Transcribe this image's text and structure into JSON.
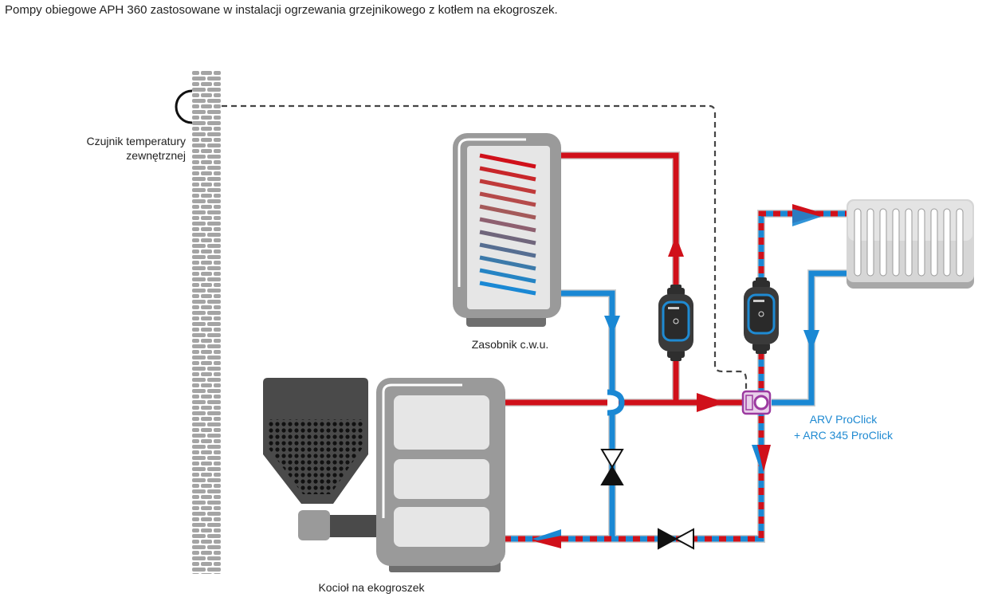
{
  "caption": "Pompy obiegowe APH 360 zastosowane w instalacji ogrzewania grzejnikowego z kotłem na ekogroszek.",
  "labels": {
    "sensor_line1": "Czujnik temperatury",
    "sensor_line2": "zewnętrznej",
    "tank": "Zasobnik c.w.u.",
    "boiler": "Kocioł na ekogroszek",
    "valve_line1": "ARV ProClick",
    "valve_line2": "+ ARC 345 ProClick"
  },
  "components": {
    "wall": "brick-wall",
    "sensor": "outdoor-temperature-sensor",
    "tank": "hot-water-tank",
    "boiler": "coal-pellet-boiler",
    "hopper": "fuel-hopper",
    "radiator": "radiator",
    "pumps": [
      "circulation-pump-tank",
      "circulation-pump-radiator"
    ],
    "mixing_valve": "mixing-valve-with-actuator",
    "shutoff_valves": [
      "shutoff-valve-vertical",
      "shutoff-valve-horizontal"
    ]
  },
  "colors": {
    "hot": "#d0101a",
    "cold": "#1a88d4",
    "pipe_outline": "#c9c9c9",
    "appliance_gray": "#9a9a9a",
    "appliance_dark": "#6e6e6e",
    "panel_light": "#e6e6e6",
    "hopper_dark": "#4a4a4a",
    "valve_purple": "#9c3aa0",
    "label_blue": "#1f8ad2",
    "dashed_line": "#444444",
    "brick": "#a4a4a4"
  }
}
